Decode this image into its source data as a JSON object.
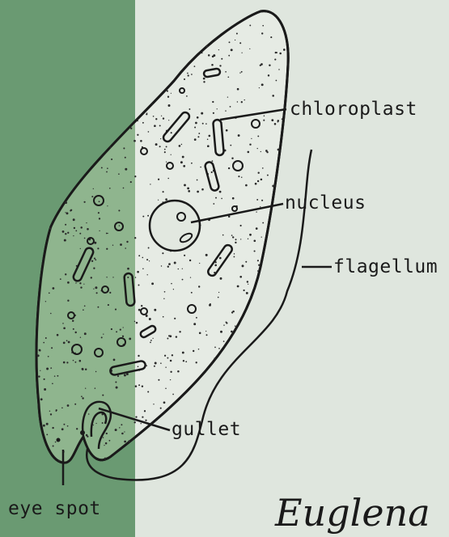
{
  "diagram": {
    "title": "Euglena",
    "labels": {
      "chloroplast": "chloroplast",
      "nucleus": "nucleus",
      "flagellum": "flagellum",
      "gullet": "gullet",
      "eye_spot": "eye spot"
    },
    "colors": {
      "left_panel": "#6a9a72",
      "right_panel": "#dfe6de",
      "cell_fill": "#e6ebe4",
      "cell_fill_shaded": "#8fb58e",
      "outline": "#1a1a1a"
    }
  }
}
